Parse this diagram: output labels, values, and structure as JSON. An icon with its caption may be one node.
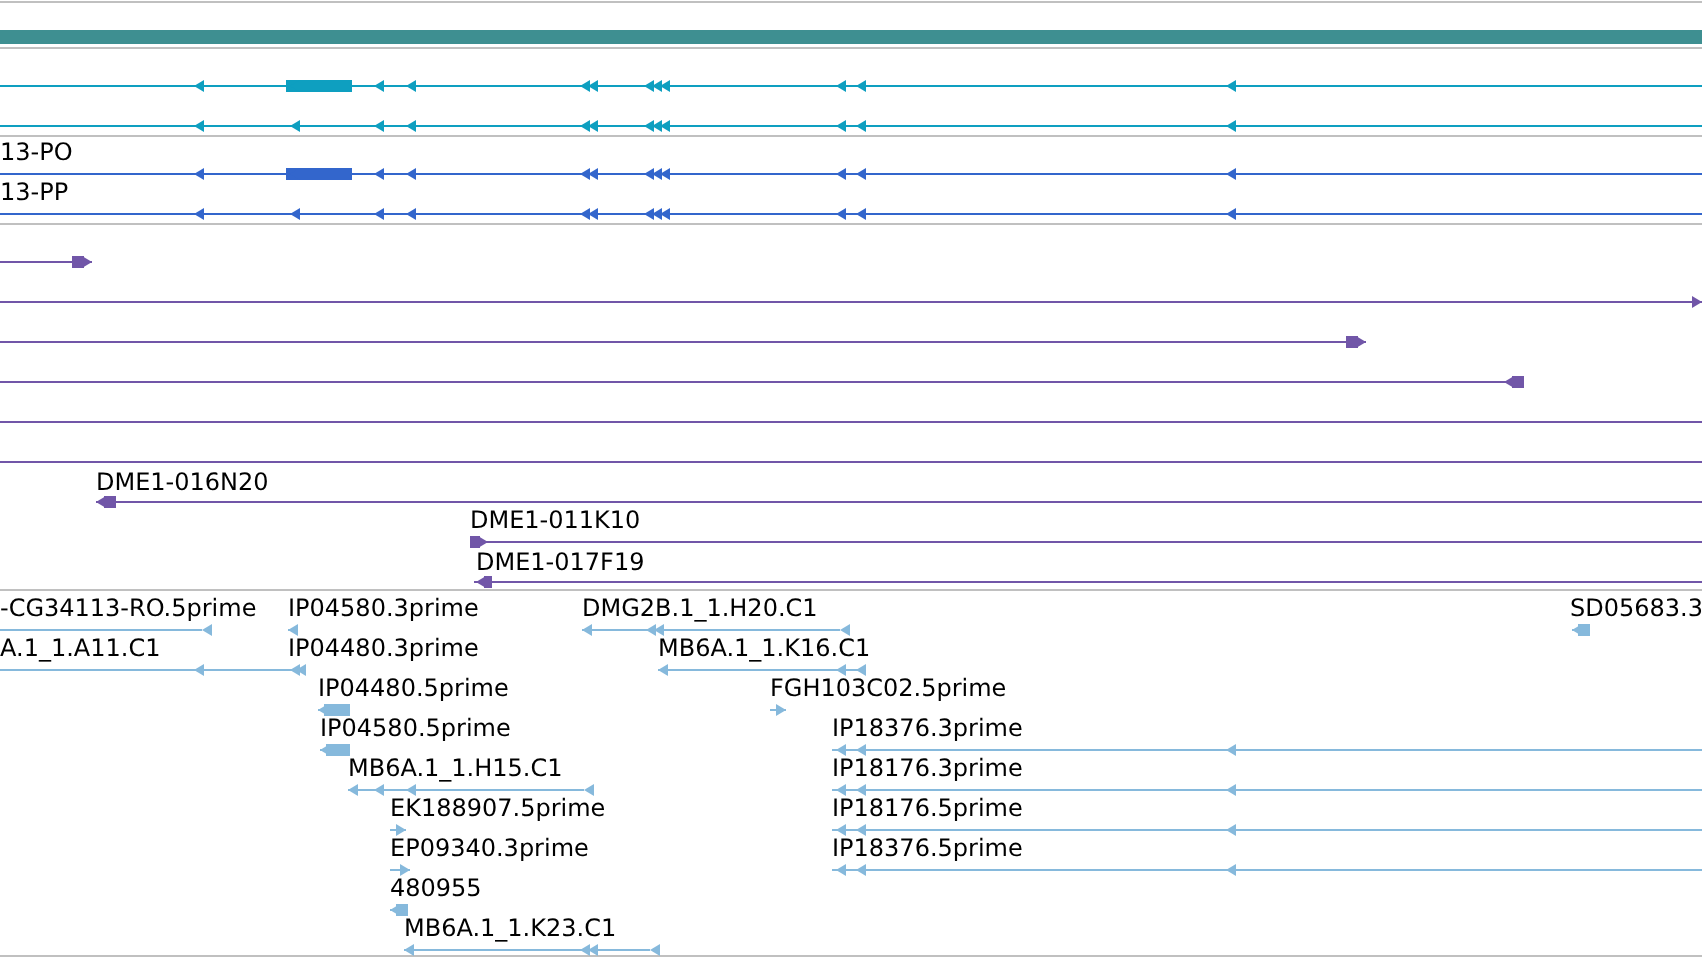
{
  "diagram": {
    "labels": [
      "13-PO",
      "13-PP",
      "DME1-016N20",
      "DME1-011K10",
      "DME1-017F19",
      "-CG34113-RO.5prime",
      "IP04580.3prime",
      "DMG2B.1_1.H20.C1",
      "SD05683.3",
      "A.1_1.A11.C1",
      "IP04480.3prime",
      "MB6A.1_1.K16.C1",
      "IP04480.5prime",
      "FGH103C02.5prime",
      "IP04580.5prime",
      "IP18376.3prime",
      "MB6A.1_1.H15.C1",
      "IP18176.3prime",
      "EK188907.5prime",
      "IP18176.5prime",
      "EP09340.3prime",
      "IP18376.5prime",
      "480955",
      "MB6A.1_1.K23.C1"
    ]
  }
}
